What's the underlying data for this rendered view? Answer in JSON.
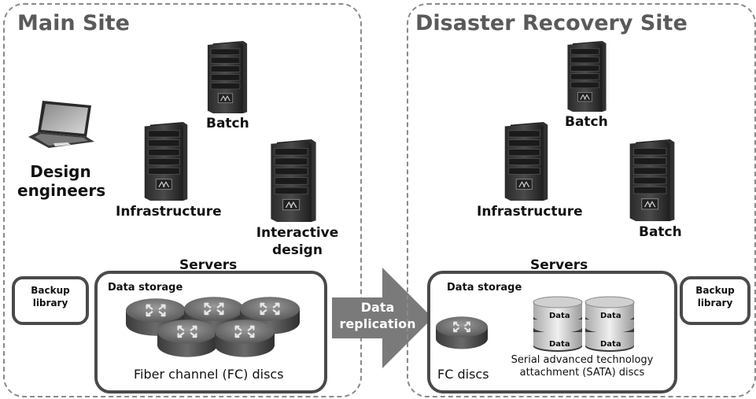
{
  "main_site": {
    "title": "Main Site",
    "servers": {
      "batch": "Batch",
      "infrastructure": "Infrastructure",
      "interactive_line1": "Interactive",
      "interactive_line2": "design",
      "caption": "Servers"
    },
    "design_engineers_line1": "Design",
    "design_engineers_line2": "engineers",
    "backup_line1": "Backup",
    "backup_line2": "library",
    "storage": {
      "title": "Data storage",
      "caption": "Fiber channel (FC) discs"
    }
  },
  "replication": {
    "line1": "Data",
    "line2": "replication"
  },
  "dr_site": {
    "title": "Disaster Recovery Site",
    "servers": {
      "batch_top": "Batch",
      "infrastructure": "Infrastructure",
      "batch_right": "Batch",
      "caption": "Servers"
    },
    "backup_line1": "Backup",
    "backup_line2": "library",
    "storage": {
      "title": "Data storage",
      "fc_caption": "FC discs",
      "sata_line1": "Serial advanced technology",
      "sata_line2": "attachment (SATA) discs",
      "disc_label": "Data"
    }
  }
}
